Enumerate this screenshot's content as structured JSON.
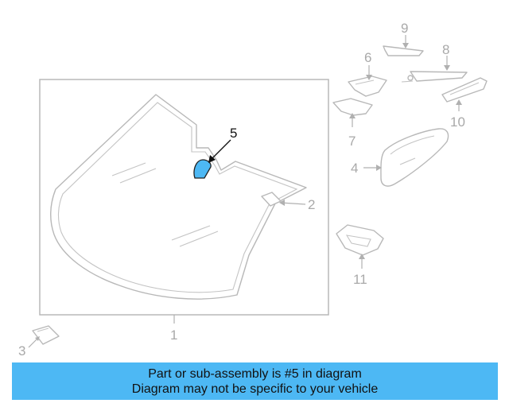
{
  "callouts": {
    "c1": "1",
    "c2": "2",
    "c3": "3",
    "c4": "4",
    "c5": "5",
    "c6": "6",
    "c7": "7",
    "c8": "8",
    "c9": "9",
    "c10": "10",
    "c11": "11"
  },
  "banner": {
    "line1": "Part or sub-assembly is #5 in diagram",
    "line2": "Diagram may not be specific to your vehicle"
  },
  "colors": {
    "banner_bg": "#4db8f4",
    "highlight_part": "#4db8f4",
    "outline": "#b8b8b8"
  }
}
